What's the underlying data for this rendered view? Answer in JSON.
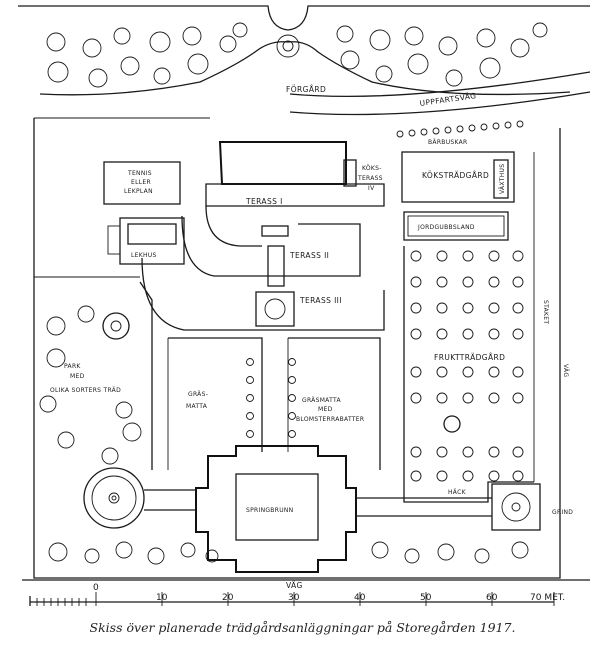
{
  "labels": {
    "forgard": "FÖRGÅRD",
    "uppfartsvag": "UPPFARTSVÄG",
    "barbuskar": "BÄRBUSKAR",
    "tennis_line1": "TENNIS",
    "tennis_line2": "ELLER",
    "tennis_line3": "LEKPLAN",
    "terass1": "TERASS I",
    "terass2": "TERASS II",
    "terass3": "TERASS III",
    "koks_line1": "KÖKS-",
    "koks_line2": "TERASS",
    "koks_line3": "IV",
    "kokstradgard": "KÖKSTRÄDGÅRD",
    "vaxthus": "VÄXTHUS",
    "jordgubbsland": "JORDGUBBSLAND",
    "lekhus": "LEKHUS",
    "park_line1": "PARK",
    "park_line2": "MED",
    "park_line3": "OLIKA SORTERS TRÄD",
    "gras_line1": "GRÄS-",
    "gras_line2": "MATTA",
    "grasmatta_line1": "GRÄSMATTA",
    "grasmatta_line2": "MED",
    "grasmatta_line3": "BLOMSTERRABATTER",
    "frukttradgard": "FRUKTTRÄDGÅRD",
    "hack": "HÄCK",
    "grind": "GRIND",
    "staket": "STAKET",
    "vag_side": "VÄG",
    "springbrunn": "SPRINGBRUNN",
    "vag_bottom": "VÄG"
  },
  "scale": {
    "ticks": [
      "0",
      "10",
      "20",
      "30",
      "40",
      "50",
      "60",
      "70 MET."
    ]
  },
  "caption": "Skiss över planerade trädgårdsanläggningar på Storegården 1917."
}
